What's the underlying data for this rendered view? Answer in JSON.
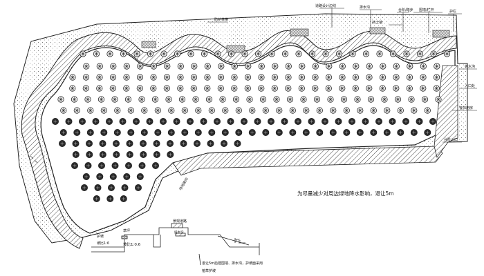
{
  "top_labels": [
    "道路设计边线",
    "排水沟",
    "挡土墙",
    "台阶/踏步",
    "围墙/栏杆",
    "护栏"
  ],
  "top_left_label": "防护林带",
  "right_labels": [
    "排水沟",
    "入口处",
    "管护用房",
    "台阶入口"
  ],
  "center_note": "为尽量减少对周边绿地降水影响，退让5m",
  "slope_text": "场地坡向",
  "section": {
    "left_top": "护坡",
    "left_mid": "坡比1:6",
    "ratio": "坡比1:0.6",
    "left_small": "草坪",
    "top_box": "景观道路",
    "mid_box": "排水沟",
    "right_small": "3%",
    "note_line1": "退让5m后建围墙、排水沟，护坡面采用",
    "note_line2": "植草护坡"
  },
  "colors": {
    "line": "#222222",
    "tree_fill": "#2a2a2a",
    "hatch": "#444444"
  }
}
